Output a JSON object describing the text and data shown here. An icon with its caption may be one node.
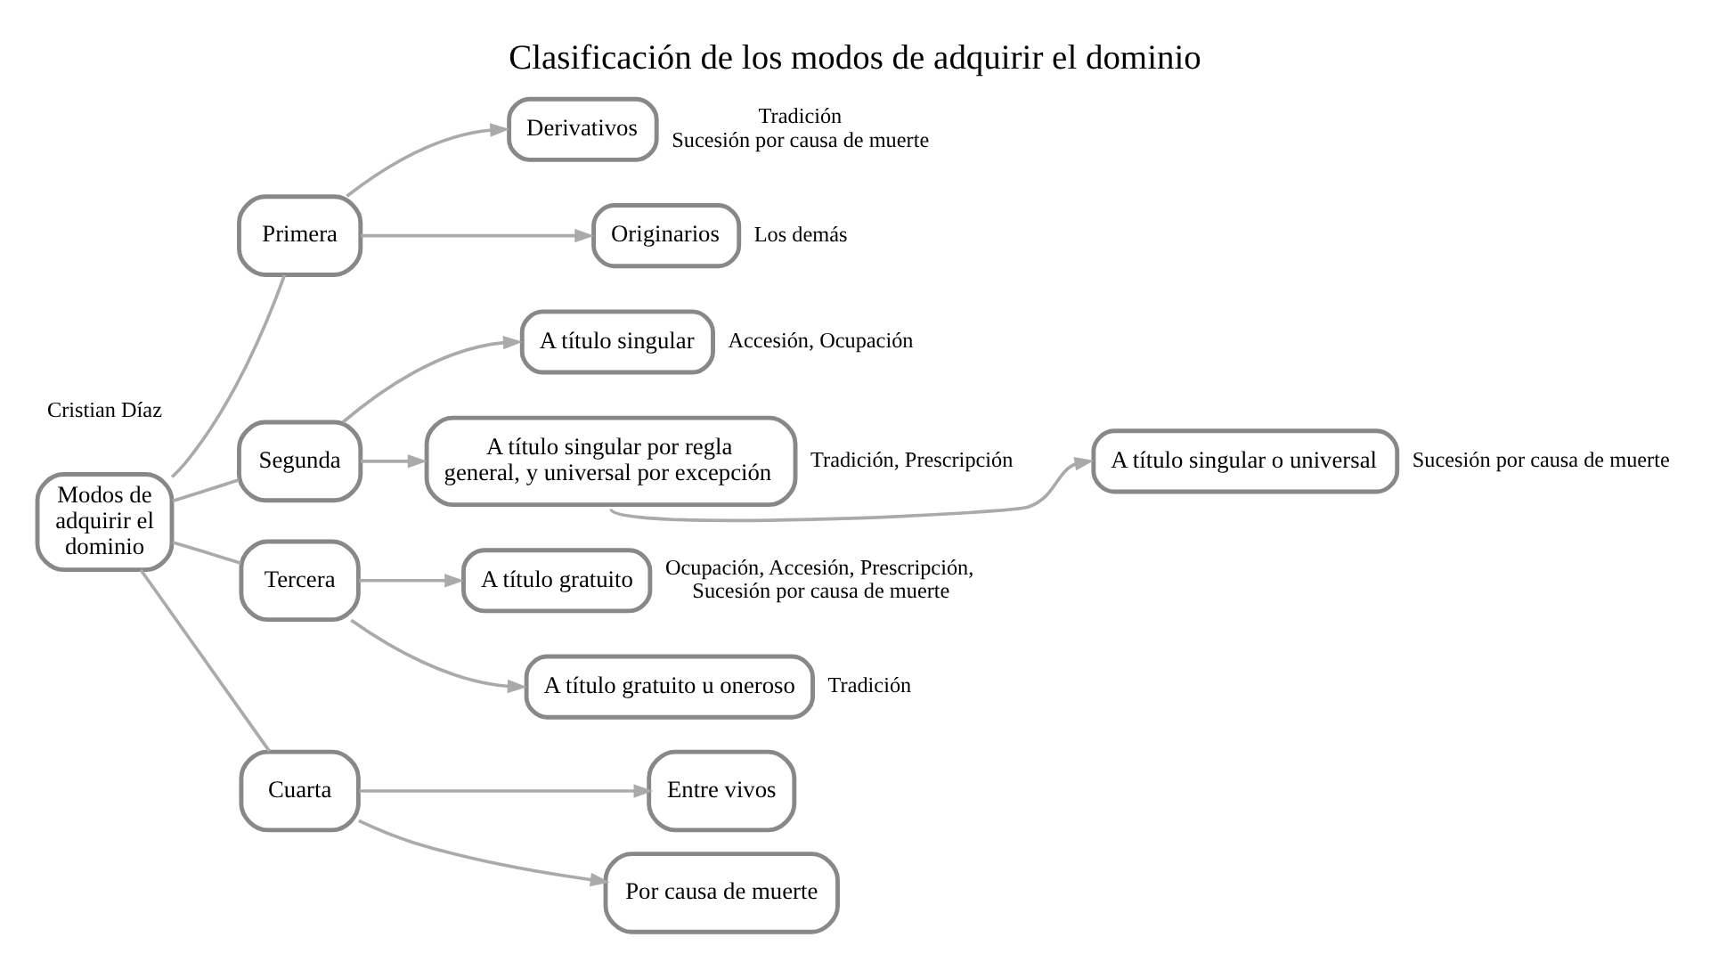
{
  "diagram": {
    "title": "Clasificación de los modos de adquirir el dominio",
    "nodes": [
      {
        "text": [
          "Modos de adquirir el dominio"
        ]
      },
      {
        "text": [
          "Primera"
        ]
      },
      {
        "text": [
          "Derivativos"
        ],
        "beside": [
          "Tradición",
          "Sucesión por causa de muerte"
        ]
      },
      {
        "text": [
          "Originarios"
        ],
        "beside": [
          "Los demás"
        ]
      },
      {
        "text": [
          "Segunda"
        ]
      },
      {
        "text": [
          "A título singular"
        ],
        "beside": [
          "Accesión, Ocupación"
        ]
      },
      {
        "text": [
          "A título singular por regla general, y universal por excepción"
        ],
        "beside": [
          "Tradición, Prescripción"
        ]
      },
      {
        "text": [
          "A título singular o universal"
        ],
        "beside": [
          "Sucesión por causa de muerte"
        ]
      },
      {
        "text": [
          "Tercera"
        ]
      },
      {
        "text": [
          "A título gratuito"
        ],
        "beside": [
          "Ocupación, Accesión, Prescripción, Sucesión por causa de muerte"
        ]
      },
      {
        "text": [
          "A título gratuito u oneroso"
        ],
        "beside": [
          "Tradición"
        ]
      },
      {
        "text": [
          "Cuarta"
        ]
      },
      {
        "text": [
          "Entre vivos"
        ]
      },
      {
        "text": [
          "Por causa de muerte"
        ]
      }
    ],
    "edges": [
      {
        "from": 0,
        "to": 1,
        "arrow": "none"
      },
      {
        "from": 0,
        "to": 4,
        "arrow": "none"
      },
      {
        "from": 0,
        "to": 8,
        "arrow": "none"
      },
      {
        "from": 0,
        "to": 11,
        "arrow": "none"
      },
      {
        "from": 1,
        "to": 2,
        "arrow": "to"
      },
      {
        "from": 1,
        "to": 3,
        "arrow": "to"
      },
      {
        "from": 4,
        "to": 5,
        "arrow": "to"
      },
      {
        "from": 4,
        "to": 6,
        "arrow": "to"
      },
      {
        "from": 6,
        "to": 7,
        "arrow": "to"
      },
      {
        "from": 8,
        "to": 9,
        "arrow": "to"
      },
      {
        "from": 8,
        "to": 10,
        "arrow": "to"
      },
      {
        "from": 11,
        "to": 12,
        "arrow": "to"
      },
      {
        "from": 11,
        "to": 13,
        "arrow": "to"
      }
    ],
    "labels": [
      "Cristian Díaz"
    ]
  }
}
